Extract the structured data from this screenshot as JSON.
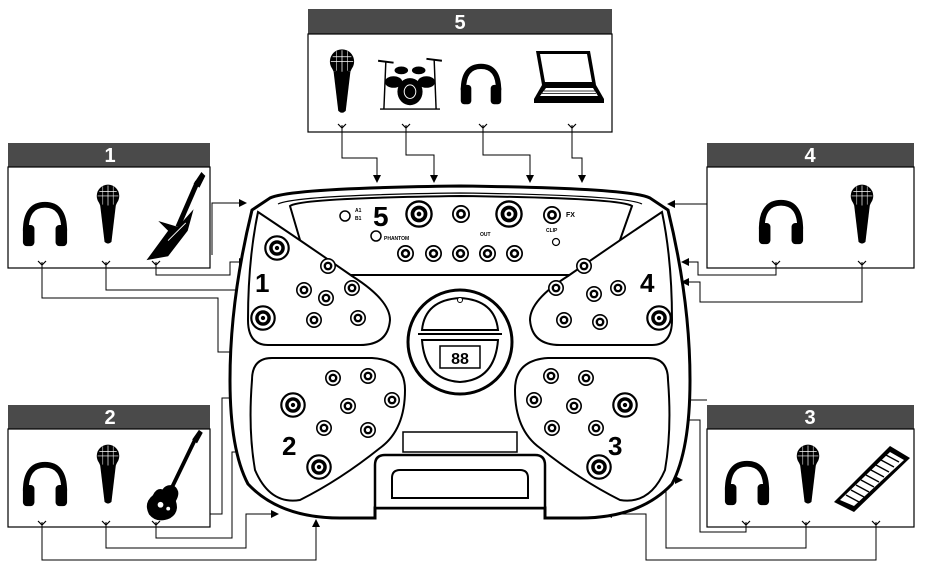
{
  "stations": [
    {
      "id": "1",
      "label": "1",
      "devices": [
        "headphones-icon",
        "microphone-icon",
        "electric-guitar-icon"
      ]
    },
    {
      "id": "2",
      "label": "2",
      "devices": [
        "headphones-icon",
        "microphone-icon",
        "les-paul-guitar-icon"
      ]
    },
    {
      "id": "3",
      "label": "3",
      "devices": [
        "headphones-icon",
        "microphone-icon",
        "keyboard-icon"
      ]
    },
    {
      "id": "4",
      "label": "4",
      "devices": [
        "headphones-icon",
        "microphone-icon"
      ]
    },
    {
      "id": "5",
      "label": "5",
      "devices": [
        "microphone-icon",
        "drum-kit-icon",
        "headphones-icon",
        "laptop-icon"
      ]
    }
  ],
  "mixer": {
    "master_display": "88",
    "channel_numbers": [
      "1",
      "2",
      "3",
      "4",
      "5"
    ],
    "fx_label": "FX",
    "out_label": "OUT",
    "phantom_label": "PHANTOM",
    "clip_label": "CLIP",
    "label_5a": "A1",
    "label_5b": "B1"
  },
  "colors": {
    "header": "#4a4a4a",
    "line": "#000000",
    "body": "#ffffff"
  }
}
